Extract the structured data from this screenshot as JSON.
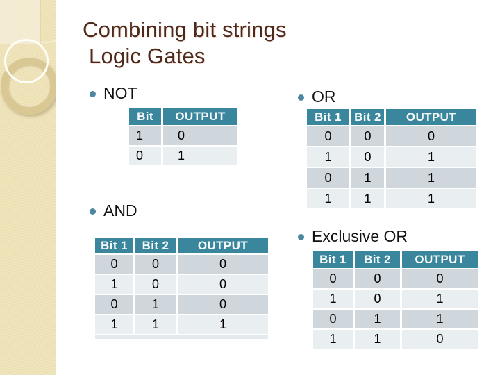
{
  "slide": {
    "title_line1": "Combining bit strings",
    "title_line2": "Logic Gates",
    "colors": {
      "background": "#ffffff",
      "title": "#4b2a1c",
      "band_base": "#ebdfb0",
      "band_check": "#f0e6c2",
      "deco_rect": "#f3ecd2",
      "ring": "#d9c794",
      "ring_white": "#fffffc",
      "ring_thin": "#f5eed2",
      "bullet": "#4d87a0",
      "header_bg": "#3a869c",
      "header_text": "#f7fafb",
      "row_dark": "#cfd7dd",
      "row_light": "#e9eef1",
      "row_sliver": "#e3e9ed",
      "cell_text": "#000000",
      "label_text": "#111111"
    }
  },
  "sections": [
    {
      "id": "not",
      "label": "NOT",
      "table": {
        "headers": [
          "Bit",
          "OUTPUT"
        ],
        "rows": [
          [
            "1",
            "0"
          ],
          [
            "0",
            "1"
          ]
        ]
      }
    },
    {
      "id": "or",
      "label": "OR",
      "table": {
        "headers": [
          "Bit 1",
          "Bit 2",
          "OUTPUT"
        ],
        "rows": [
          [
            "0",
            "0",
            "0"
          ],
          [
            "1",
            "0",
            "1"
          ],
          [
            "0",
            "1",
            "1"
          ],
          [
            "1",
            "1",
            "1"
          ]
        ]
      }
    },
    {
      "id": "and",
      "label": "AND",
      "table": {
        "headers": [
          "Bit 1",
          "Bit 2",
          "OUTPUT"
        ],
        "rows": [
          [
            "0",
            "0",
            "0"
          ],
          [
            "1",
            "0",
            "0"
          ],
          [
            "0",
            "1",
            "0"
          ],
          [
            "1",
            "1",
            "1"
          ]
        ]
      }
    },
    {
      "id": "xor",
      "label": "Exclusive OR",
      "table": {
        "headers": [
          "Bit 1",
          "Bit 2",
          "OUTPUT"
        ],
        "rows": [
          [
            "0",
            "0",
            "0"
          ],
          [
            "1",
            "0",
            "1"
          ],
          [
            "0",
            "1",
            "1"
          ],
          [
            "1",
            "1",
            "0"
          ]
        ]
      }
    }
  ]
}
